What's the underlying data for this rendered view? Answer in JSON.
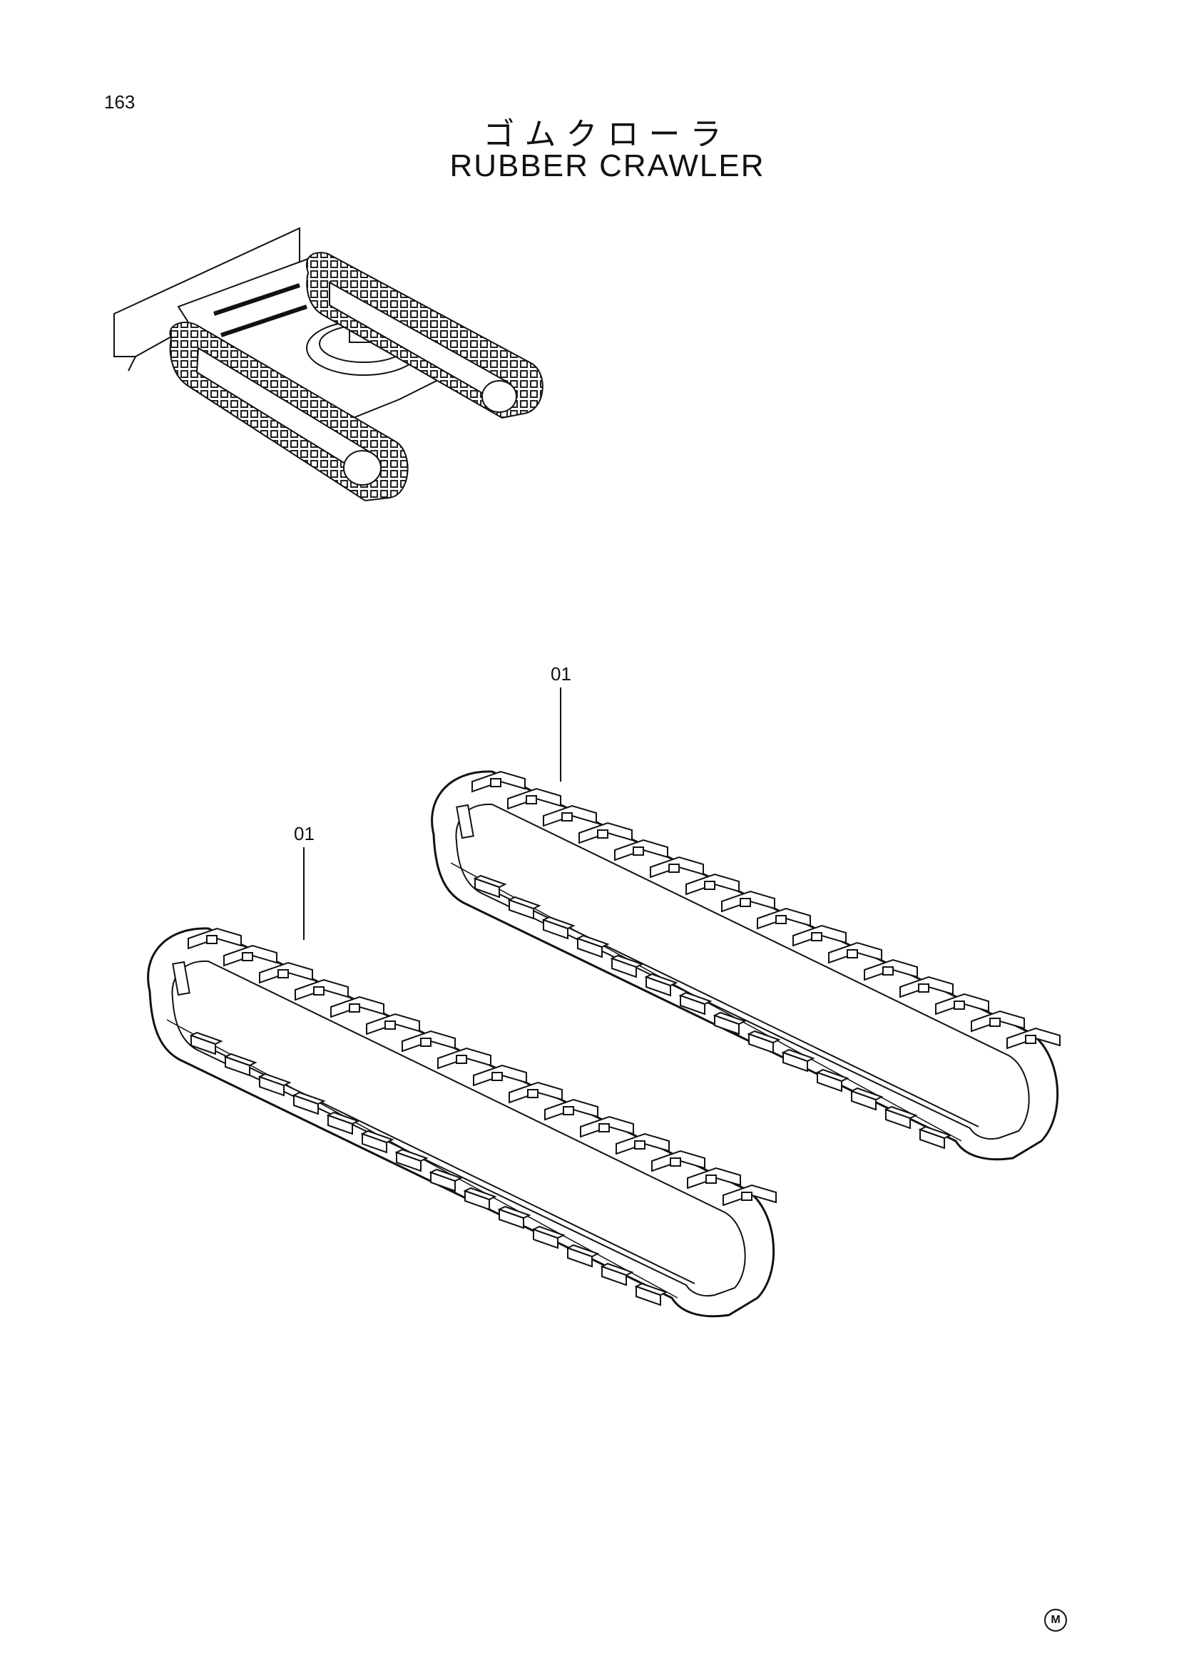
{
  "page": {
    "number": "163"
  },
  "title": {
    "japanese": "ゴムクローラ",
    "english": "RUBBER CRAWLER"
  },
  "callouts": [
    {
      "label": "01",
      "part": "upper-right crawler"
    },
    {
      "label": "01",
      "part": "lower-left crawler"
    }
  ],
  "footer": {
    "mark": "M"
  }
}
